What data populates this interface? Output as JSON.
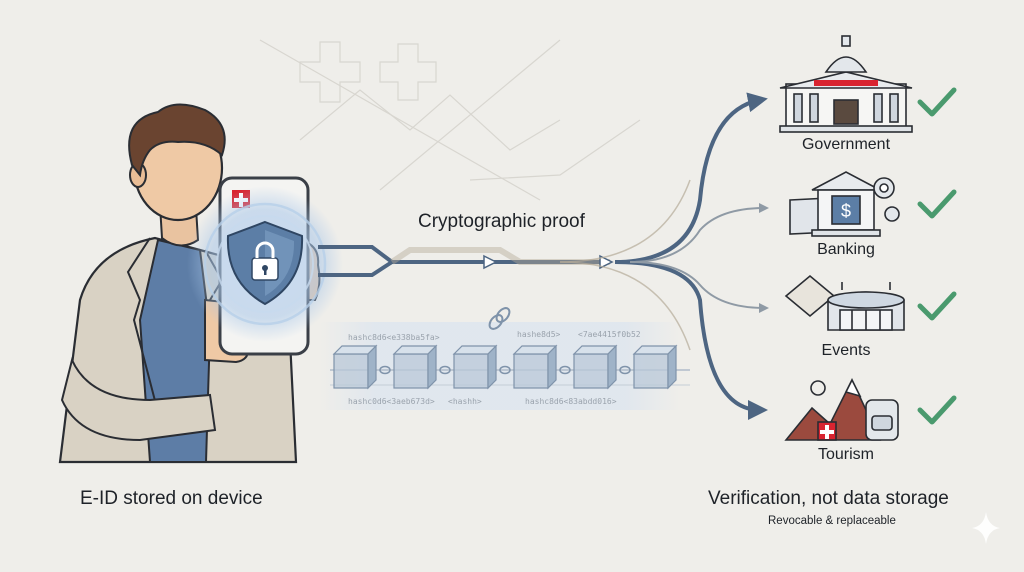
{
  "left_caption": "E-ID stored on device",
  "center_label": "Cryptographic proof",
  "right_caption": "Verification, not data storage",
  "right_subcaption": "Revocable & replaceable",
  "hash_labels": [
    "hashc8d6<e338ba5fa>",
    "hashe8d5>",
    "<7ae4415f0b52",
    "hashc0d6<3aeb673d>",
    "<hashh>",
    "hashc8d6<83abdd016>"
  ],
  "categories": [
    {
      "label": "Government",
      "icon": "government-building-icon"
    },
    {
      "label": "Banking",
      "icon": "bank-icon"
    },
    {
      "label": "Events",
      "icon": "stadium-ticket-icon"
    },
    {
      "label": "Tourism",
      "icon": "mountain-backpack-icon"
    }
  ],
  "colors": {
    "check": "#4a9a6e",
    "swiss_red": "#d92430",
    "path": "#4d6582",
    "shield": "#5c7ea6"
  }
}
